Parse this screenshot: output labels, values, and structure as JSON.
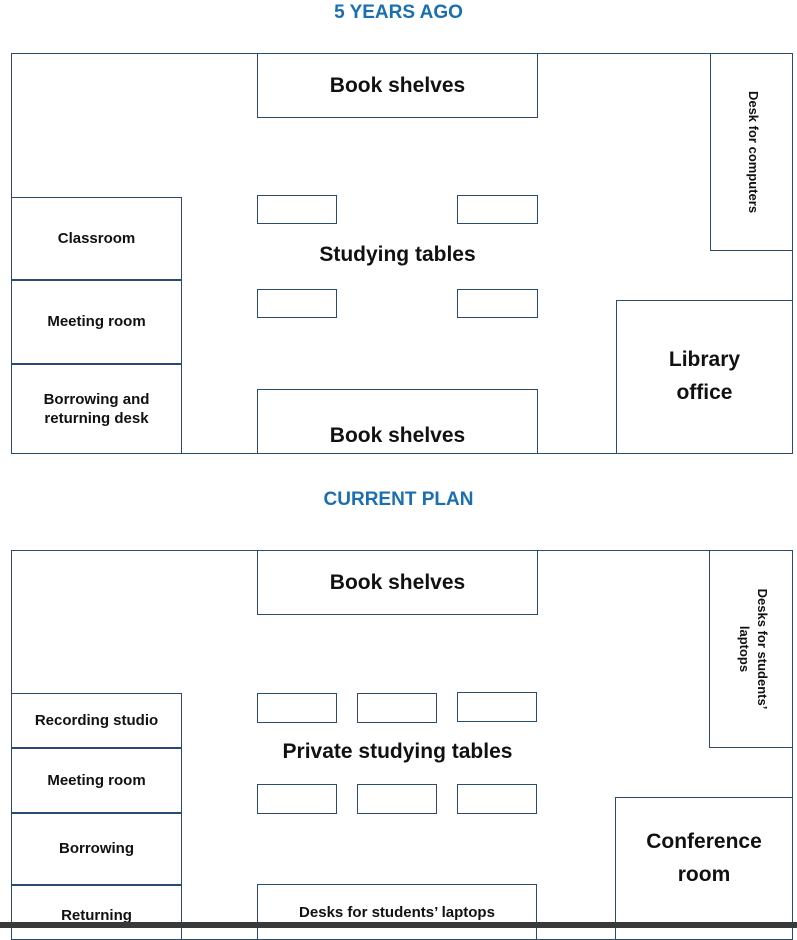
{
  "past": {
    "title": "5 YEARS AGO",
    "book_shelves_top": "Book shelves",
    "desk_for_computers": "Desk for computers",
    "classroom": "Classroom",
    "meeting_room": "Meeting room",
    "borrowing_returning_desk": "Borrowing and\nreturning desk",
    "studying_tables": "Studying tables",
    "library_office": "Library\noffice",
    "book_shelves_bottom": "Book shelves"
  },
  "current": {
    "title": "CURRENT PLAN",
    "book_shelves": "Book shelves",
    "desks_for_laptops_side": "Desks for students’\nlaptops",
    "recording_studio": "Recording studio",
    "meeting_room": "Meeting room",
    "borrowing": "Borrowing",
    "returning": "Returning",
    "private_studying_tables": "Private studying tables",
    "conference_room": "Conference\nroom",
    "desks_for_laptops_bottom": "Desks for students’ laptops"
  },
  "colors": {
    "title": "#1a6fb3",
    "border": "#2b4b6e"
  }
}
